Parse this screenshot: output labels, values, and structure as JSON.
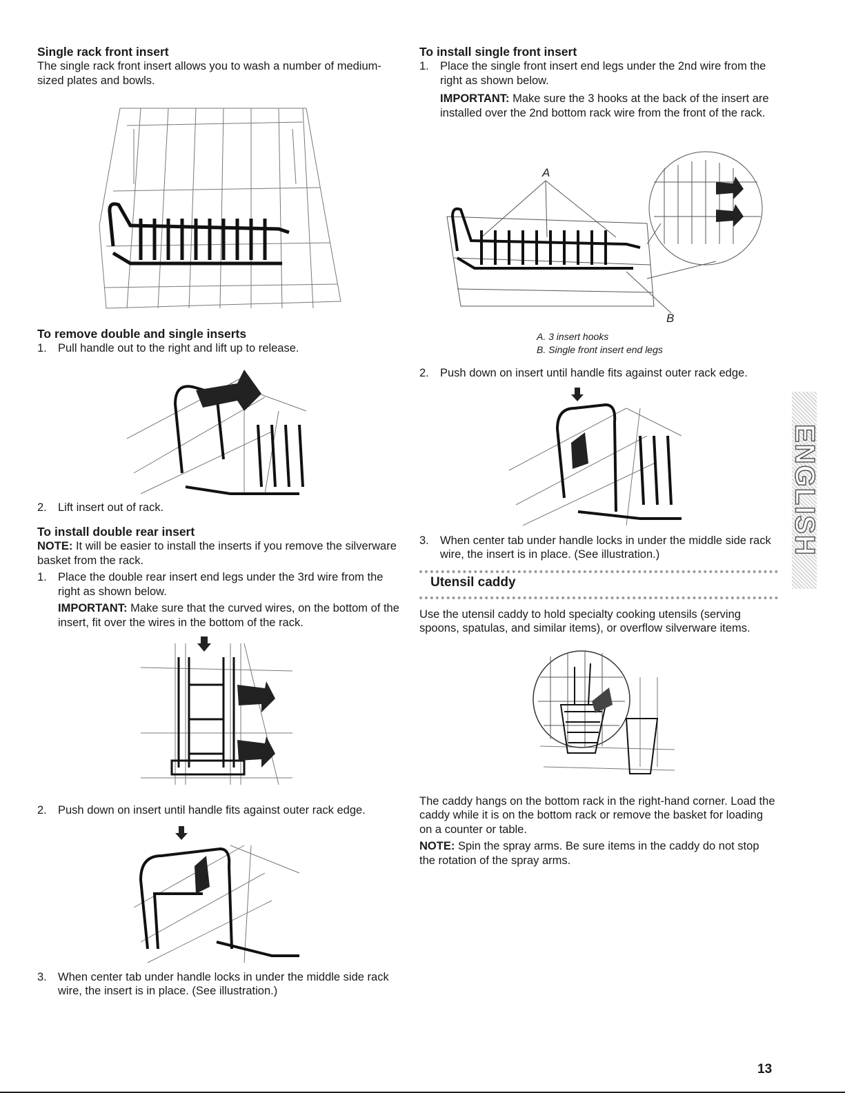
{
  "left": {
    "single_rack": {
      "title": "Single rack front insert",
      "body": "The single rack front insert allows you to wash a number of medium-sized plates and bowls."
    },
    "remove": {
      "title": "To remove double and single inserts",
      "steps": [
        {
          "num": "1.",
          "text": "Pull handle out to the right and lift up to release."
        },
        {
          "num": "2.",
          "text": "Lift insert out of rack."
        }
      ]
    },
    "install_double": {
      "title": "To install double rear insert",
      "note_label": "NOTE:",
      "note": "It will be easier to install the inserts if you remove the silverware basket from the rack.",
      "steps": [
        {
          "num": "1.",
          "text": "Place the double rear insert end legs under the 3rd wire from the right as shown below."
        },
        {
          "num": "2.",
          "text": "Push down on insert until handle fits against outer rack edge."
        },
        {
          "num": "3.",
          "text": "When center tab under handle locks in under the middle side rack wire, the insert is in place. (See illustration.)"
        }
      ],
      "important_label": "IMPORTANT:",
      "important": "Make sure that the curved wires, on the bottom of the insert, fit over the wires in the bottom of the rack."
    }
  },
  "right": {
    "install_single": {
      "title": "To install single front insert",
      "steps": [
        {
          "num": "1.",
          "text": "Place the single front insert end legs under the 2nd wire from the right as shown below."
        },
        {
          "num": "2.",
          "text": "Push down on insert until handle fits against outer rack edge."
        },
        {
          "num": "3.",
          "text": "When center tab under handle locks in under the middle side rack wire, the insert is in place. (See illustration.)"
        }
      ],
      "important_label": "IMPORTANT:",
      "important": "Make sure the 3 hooks at the back of the insert are installed over the 2nd bottom rack wire from the front of the rack.",
      "callout_a": "A",
      "callout_b": "B",
      "caption_a": "A. 3 insert hooks",
      "caption_b": "B. Single front insert end legs"
    },
    "caddy": {
      "title": "Utensil caddy",
      "body1": "Use the utensil caddy to hold specialty cooking utensils (serving spoons, spatulas, and similar items), or overflow silverware items.",
      "body2": "The caddy hangs on the bottom rack in the right-hand corner. Load the caddy while it is on the bottom rack or remove the basket for loading on a counter or table.",
      "note_label": "NOTE:",
      "note": "Spin the spray arms. Be sure items in the caddy do not stop the rotation of the spray arms."
    }
  },
  "side_tab": "ENGLISH",
  "page_number": "13"
}
